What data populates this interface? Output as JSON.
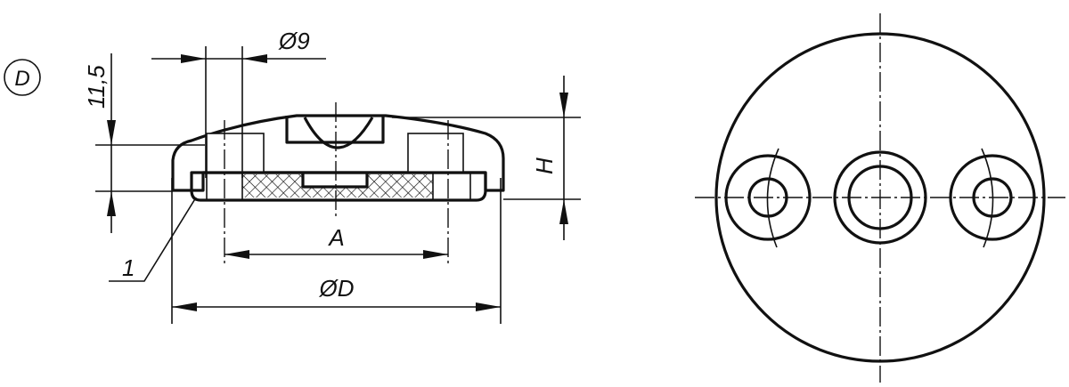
{
  "drawing": {
    "variant_marker": "D",
    "side_view": {
      "dimensions": {
        "hole_diameter": "Ø9",
        "recess_height": "11,5",
        "overall_height": "H",
        "hole_spacing": "A",
        "base_diameter": "ØD"
      },
      "item_callout": "1"
    },
    "top_view": {
      "holes": 3
    }
  },
  "colors": {
    "line": "#111111",
    "background": "#ffffff"
  }
}
